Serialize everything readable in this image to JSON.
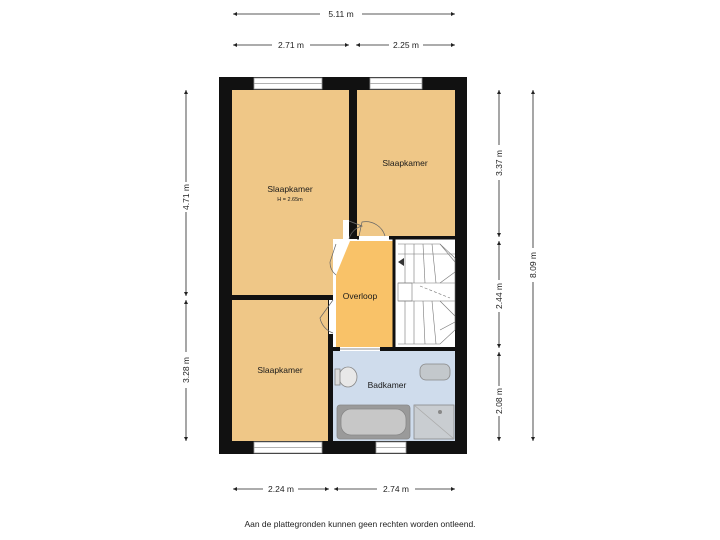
{
  "dimensions": {
    "top_total": "5.11 m",
    "top_left": "2.71 m",
    "top_right": "2.25 m",
    "left_upper": "4.71 m",
    "left_lower": "3.28 m",
    "right_upper": "3.37 m",
    "right_middle": "2.44 m",
    "right_lower": "2.08 m",
    "right_total": "8.09 m",
    "bottom_left": "2.24 m",
    "bottom_right": "2.74 m"
  },
  "rooms": {
    "bedroom_top_left": "Slaapkamer",
    "bedroom_top_left_height": "H = 2.65m",
    "bedroom_top_right": "Slaapkamer",
    "bedroom_bottom_left": "Slaapkamer",
    "landing": "Overloop",
    "bathroom": "Badkamer"
  },
  "colors": {
    "bedroom": "#efc787",
    "landing": "#f9c268",
    "bathroom": "#cfdcec",
    "wall": "#111111"
  },
  "disclaimer": "Aan de plattegronden kunnen geen rechten worden ontleend."
}
